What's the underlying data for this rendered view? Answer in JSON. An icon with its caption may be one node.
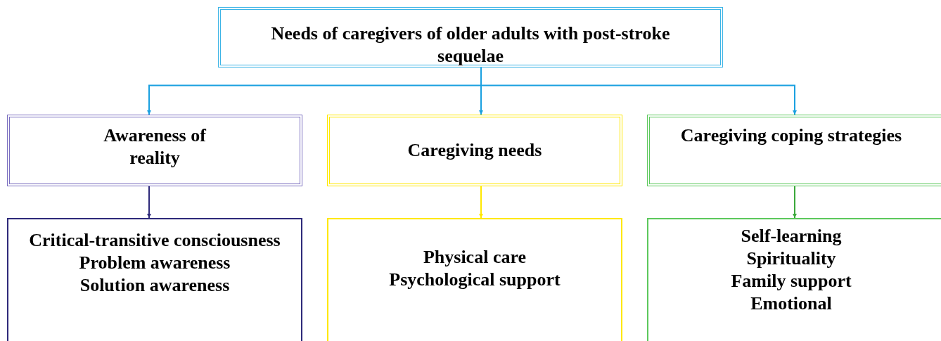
{
  "diagram": {
    "nodes": [
      {
        "text": [
          "Needs of caregivers of older adults with post-stroke sequelae"
        ]
      },
      {
        "text": [
          "Awareness of reality"
        ]
      },
      {
        "text": [
          "Caregiving needs"
        ]
      },
      {
        "text": [
          "Caregiving coping strategies"
        ]
      },
      {
        "text": [
          "Critical-transitive consciousness",
          "Problem awareness",
          "Solution awareness"
        ]
      },
      {
        "text": [
          "Physical care",
          "Psychological support"
        ]
      },
      {
        "text": [
          "Self-learning",
          "Spirituality",
          "Family support",
          "Emotional"
        ]
      }
    ],
    "edges": [
      {
        "from": 0,
        "to": 1,
        "arrow": "to"
      },
      {
        "from": 0,
        "to": 2,
        "arrow": "to"
      },
      {
        "from": 0,
        "to": 3,
        "arrow": "to"
      },
      {
        "from": 1,
        "to": 4,
        "arrow": "to",
        "color": "#2e2a7a"
      },
      {
        "from": 2,
        "to": 5,
        "arrow": "to",
        "color": "#ffe800"
      },
      {
        "from": 3,
        "to": 6,
        "arrow": "to",
        "color": "#3aa83a"
      }
    ]
  }
}
